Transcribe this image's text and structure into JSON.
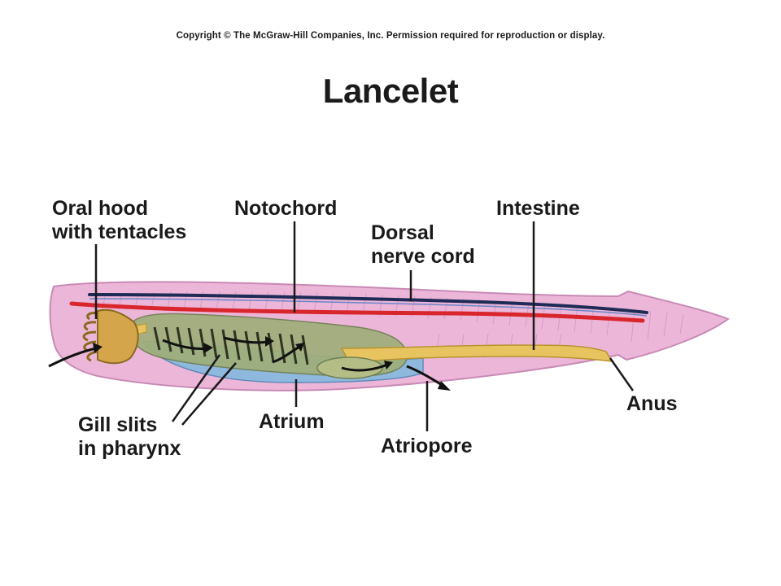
{
  "copyright": "Copyright © The McGraw-Hill Companies, Inc. Permission required for reproduction or display.",
  "title": "Lancelet",
  "labels": {
    "oral_hood": [
      "Oral hood",
      "with tentacles"
    ],
    "notochord": "Notochord",
    "dorsal_nerve_cord": [
      "Dorsal",
      "nerve cord"
    ],
    "intestine": "Intestine",
    "gill_slits": [
      "Gill slits",
      "in pharynx"
    ],
    "atrium": "Atrium",
    "atriopore": "Atriopore",
    "anus": "Anus"
  },
  "colors": {
    "body": "#ecb6d9",
    "notochord": "#d9262c",
    "nerve_cord": "#1f2b57",
    "intestine": "#e8c460",
    "pharynx": "#9fae7a",
    "atrium": "#8fb8de"
  }
}
